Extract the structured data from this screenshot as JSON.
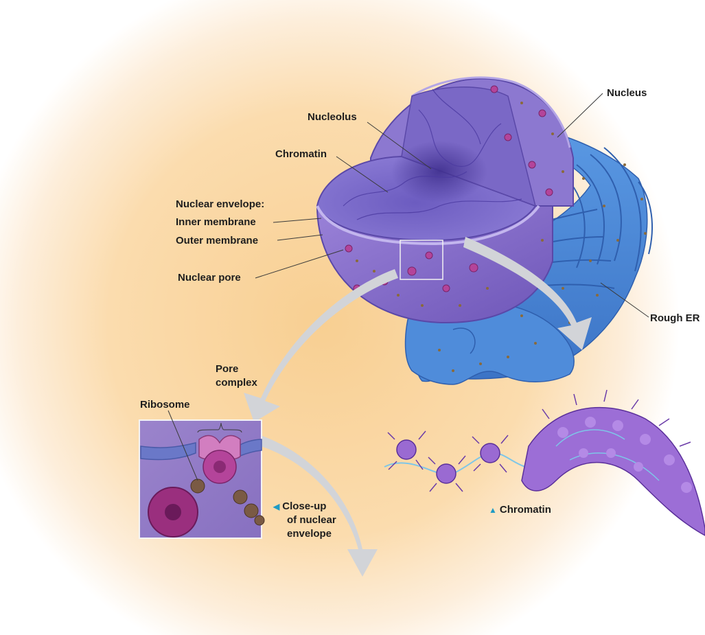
{
  "labels": {
    "nucleus": "Nucleus",
    "nucleolus": "Nucleolus",
    "chromatin": "Chromatin",
    "envelope_heading": "Nuclear envelope:",
    "inner_membrane": "Inner membrane",
    "outer_membrane": "Outer membrane",
    "nuclear_pore": "Nuclear pore",
    "rough_er": "Rough ER",
    "pore_complex_1": "Pore",
    "pore_complex_2": "complex",
    "ribosome": "Ribosome",
    "closeup_1": "Close-up",
    "closeup_2": "of nuclear",
    "closeup_3": "envelope",
    "chromatin_caption": "Chromatin"
  },
  "colors": {
    "background_glow": "#fbdcae",
    "nucleus_purple": "#7d6bc8",
    "er_blue": "#4a88d6",
    "pore_magenta": "#b4449a",
    "ribosome_brown": "#6e4a3a",
    "arrow_gray": "#d2d4d8",
    "caption_triangle": "#1f9bc4"
  }
}
